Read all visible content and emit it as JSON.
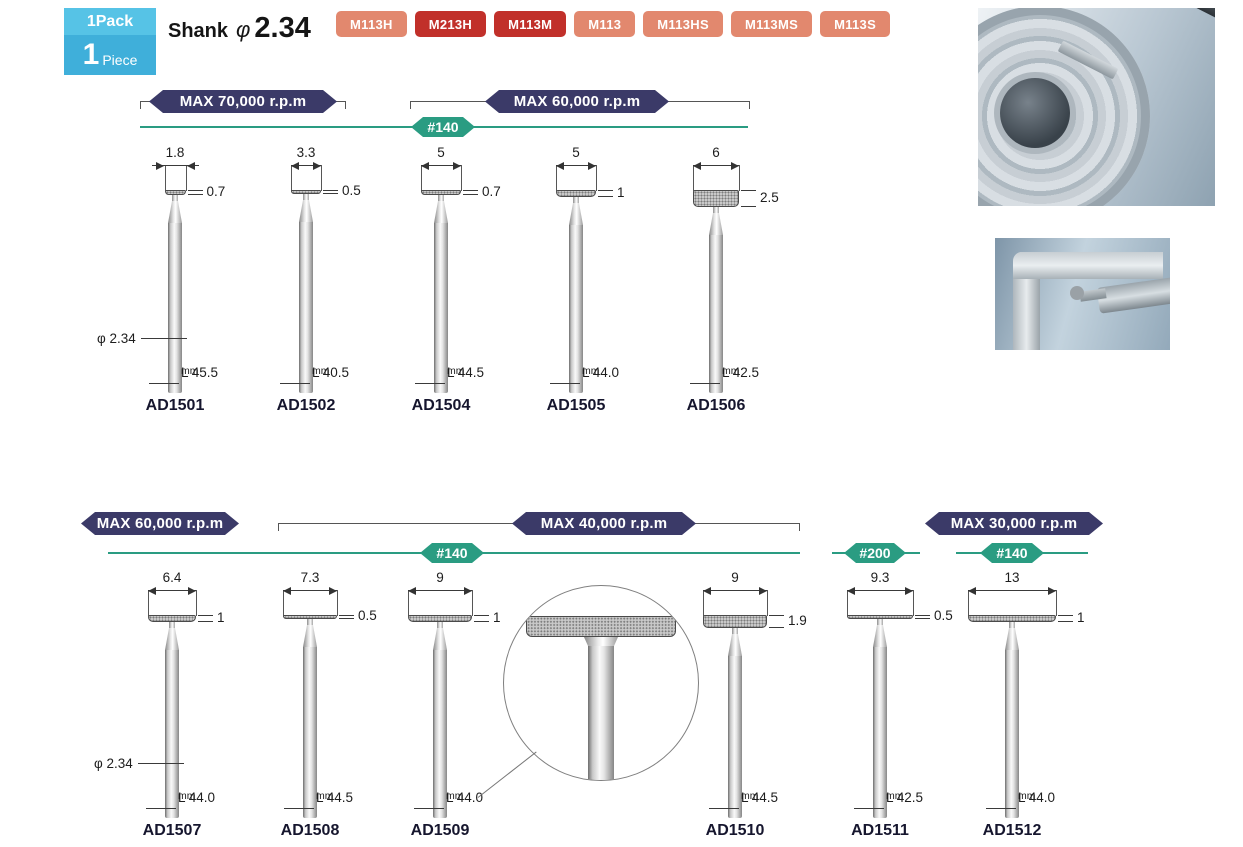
{
  "header": {
    "pack": {
      "top": "1Pack",
      "quantity": "1",
      "unit": "Piece"
    },
    "shank": {
      "word": "Shank",
      "symbol": "φ",
      "value": "2.34"
    },
    "model_tags": [
      {
        "label": "M113H",
        "color": "#e2886e"
      },
      {
        "label": "M213H",
        "color": "#c1302a"
      },
      {
        "label": "M113M",
        "color": "#c1302a"
      },
      {
        "label": "M113",
        "color": "#e2886e"
      },
      {
        "label": "M113HS",
        "color": "#e2886e"
      },
      {
        "label": "M113MS",
        "color": "#e2886e"
      },
      {
        "label": "M113S",
        "color": "#e2886e"
      }
    ]
  },
  "colors": {
    "rpm_banner": "#3b3a68",
    "grit_badge": "#2a9c82"
  },
  "rows": [
    {
      "banners": [
        {
          "label": "MAX 70,000 r.p.m"
        },
        {
          "label": "MAX 60,000 r.p.m"
        }
      ],
      "grits": [
        {
          "label": "#140"
        }
      ],
      "products": [
        {
          "id": "AD1501",
          "width": "1.8",
          "thickness": "0.7",
          "length": "L 45.5",
          "unit": "mm",
          "shank_dia": "φ 2.34"
        },
        {
          "id": "AD1502",
          "width": "3.3",
          "thickness": "0.5",
          "length": "L 40.5",
          "unit": "mm"
        },
        {
          "id": "AD1504",
          "width": "5",
          "thickness": "0.7",
          "length": "L 44.5",
          "unit": "mm"
        },
        {
          "id": "AD1505",
          "width": "5",
          "thickness": "1",
          "length": "L 44.0",
          "unit": "mm"
        },
        {
          "id": "AD1506",
          "width": "6",
          "thickness": "2.5",
          "length": "L 42.5",
          "unit": "mm"
        }
      ]
    },
    {
      "banners": [
        {
          "label": "MAX 60,000 r.p.m"
        },
        {
          "label": "MAX 40,000 r.p.m"
        },
        {
          "label": "MAX 30,000 r.p.m"
        }
      ],
      "grits": [
        {
          "label": "#140"
        },
        {
          "label": "#200"
        },
        {
          "label": "#140"
        }
      ],
      "products": [
        {
          "id": "AD1507",
          "width": "6.4",
          "thickness": "1",
          "length": "L 44.0",
          "unit": "mm",
          "shank_dia": "φ 2.34"
        },
        {
          "id": "AD1508",
          "width": "7.3",
          "thickness": "0.5",
          "length": "L 44.5",
          "unit": "mm"
        },
        {
          "id": "AD1509",
          "width": "9",
          "thickness": "1",
          "length": "L 44.0",
          "unit": "mm"
        },
        {
          "id": "AD1510",
          "width": "9",
          "thickness": "1.9",
          "length": "L 44.5",
          "unit": "mm"
        },
        {
          "id": "AD1511",
          "width": "9.3",
          "thickness": "0.5",
          "length": "L 42.5",
          "unit": "mm"
        },
        {
          "id": "AD1512",
          "width": "13",
          "thickness": "1",
          "length": "L 44.0",
          "unit": "mm"
        }
      ]
    }
  ]
}
